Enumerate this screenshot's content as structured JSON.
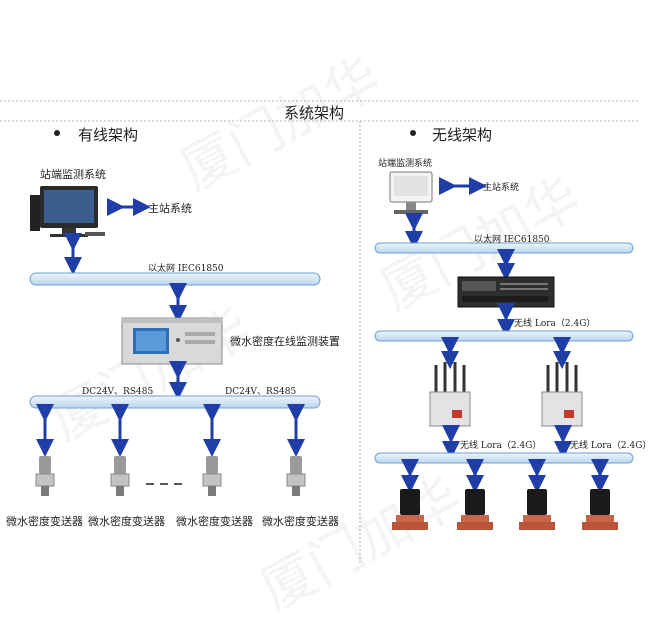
{
  "page_title": "系统架构",
  "watermark": "厦门加华",
  "wired": {
    "heading": "有线架构",
    "station_system": "站端监测系统",
    "master_system": "主站系统",
    "ethernet_label": "以太网  IEC61850",
    "device_label": "微水密度在线监测装置",
    "bus_label_left": "DC24V、RS485",
    "bus_label_right": "DC24V、RS485",
    "transmitter_label": "微水密度变送器"
  },
  "wireless": {
    "heading": "无线架构",
    "station_system": "站端监测系统",
    "master_system": "主站系统",
    "ethernet_label": "以太网  IEC61850",
    "wireless_label_1": "无线 Lora（2.4G）",
    "wireless_label_2": "无线 Lora（2.4G）",
    "wireless_label_3": "无线 Lora（2.4G）"
  },
  "colors": {
    "bus_fill": "#dbe9f6",
    "bus_stroke": "#6d9fd0",
    "arrow": "#1f3ea8",
    "device_red": "#c8664a"
  },
  "icons": [
    "desktop-computer-icon",
    "monitoring-device-icon",
    "transmitter-icon",
    "wireless-router-icon",
    "rack-server-icon",
    "wireless-sensor-icon"
  ]
}
